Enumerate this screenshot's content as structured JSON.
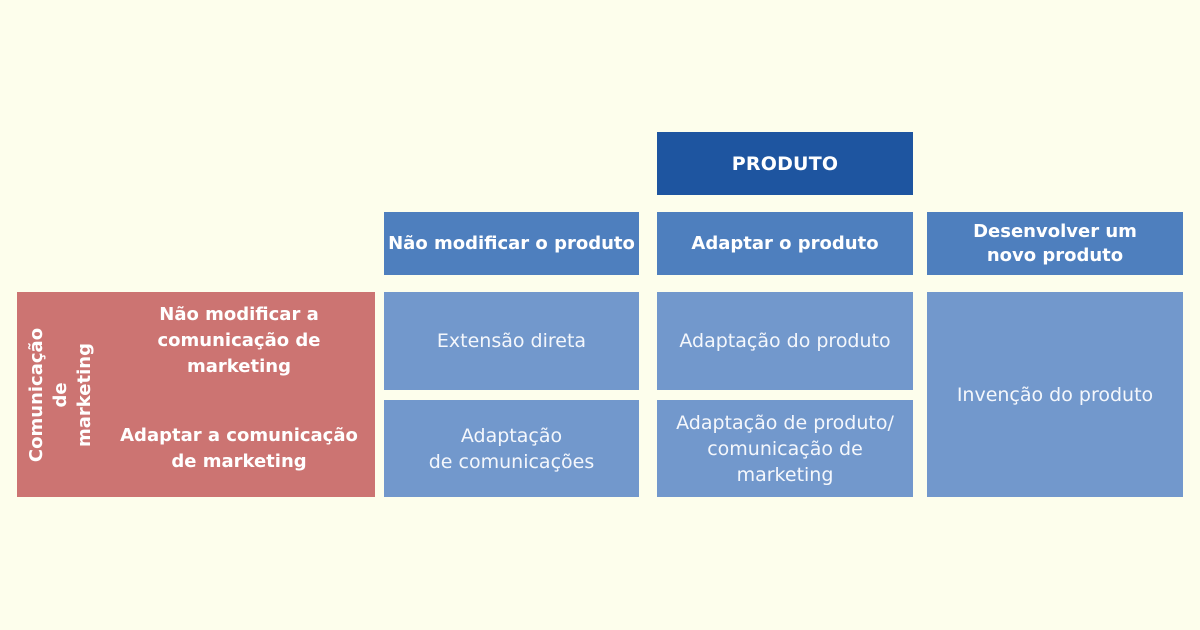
{
  "product_header": "PRODUTO",
  "product_columns": [
    "Não modificar o produto",
    "Adaptar o produto",
    "Desenvolver um\nnovo produto"
  ],
  "communication_header": "Comunicação\nde marketing",
  "communication_rows": [
    "Não modificar a\ncomunicação de marketing",
    "Adaptar a comunicação\nde marketing"
  ],
  "cells": {
    "r1c1": "Extensão direta",
    "r1c2": "Adaptação do produto",
    "r2c1": "Adaptação\nde comunicações",
    "r2c2": "Adaptação de produto/\ncomunicação de marketing",
    "c3_span": "Invenção do produto"
  },
  "colors": {
    "background": "#fdfeec",
    "product_header": "#1e55a0",
    "column_header": "#4e7fbe",
    "cell": "#7298cc",
    "communication_panel": "#cc7472"
  }
}
